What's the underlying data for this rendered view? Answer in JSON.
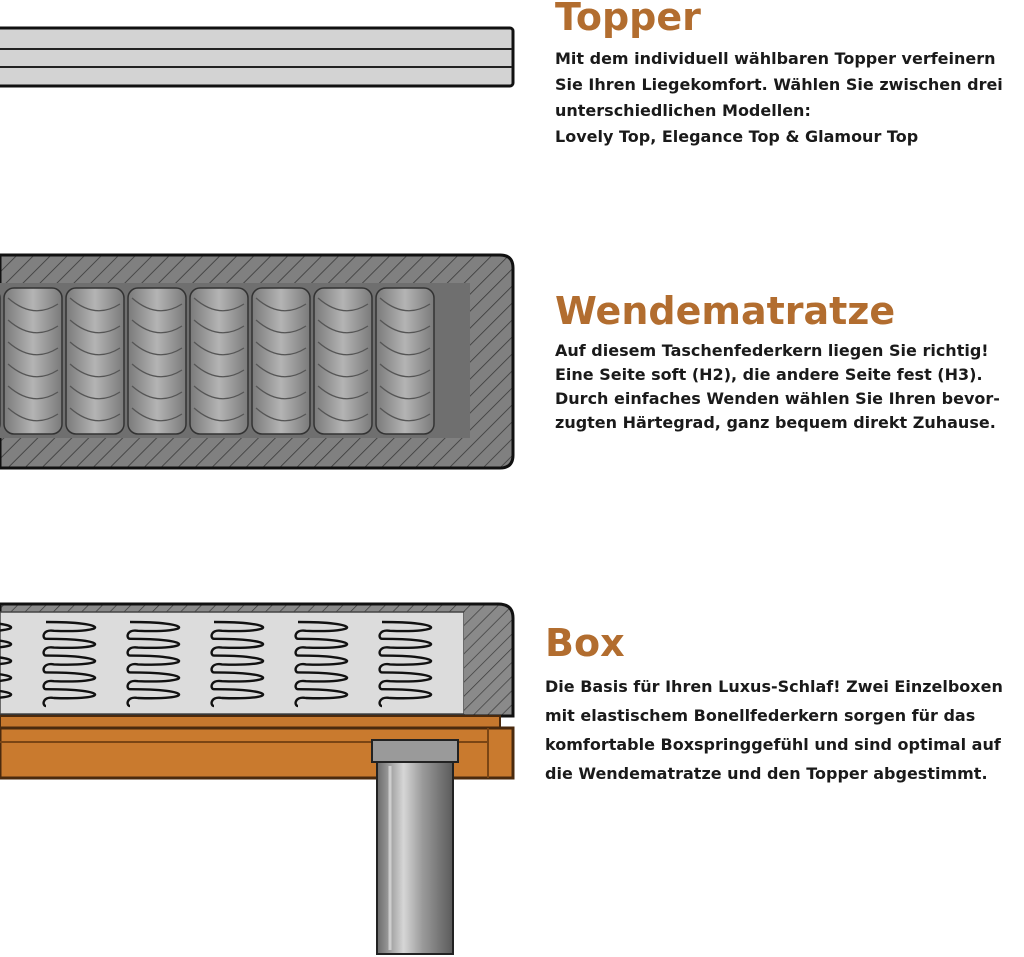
{
  "accent_color": "#b26d2f",
  "topper": {
    "title": "Topper",
    "lines": [
      "Mit dem individuell wählbaren Topper verfeinern",
      "Sie Ihren Liegekomfort. Wählen Sie zwischen drei",
      "unterschiedlichen Modellen:",
      "Lovely Top, Elegance Top & Glamour Top"
    ]
  },
  "wendematratze": {
    "title": "Wendematratze",
    "lines": [
      "Auf diesem Taschenfederkern liegen Sie richtig!",
      "Eine Seite soft (H2), die andere Seite fest (H3).",
      "Durch einfaches Wenden wählen Sie Ihren bevor-",
      "zugten Härtegrad, ganz bequem direkt Zuhause."
    ]
  },
  "box": {
    "title": "Box",
    "lines": [
      "Die Basis für Ihren Luxus-Schlaf! Zwei Einzelboxen",
      "mit elastischem Bonellfederkern sorgen für das",
      "komfortable Boxspringgefühl und sind optimal auf",
      "die Wendematratze und den Topper abgestimmt."
    ]
  }
}
